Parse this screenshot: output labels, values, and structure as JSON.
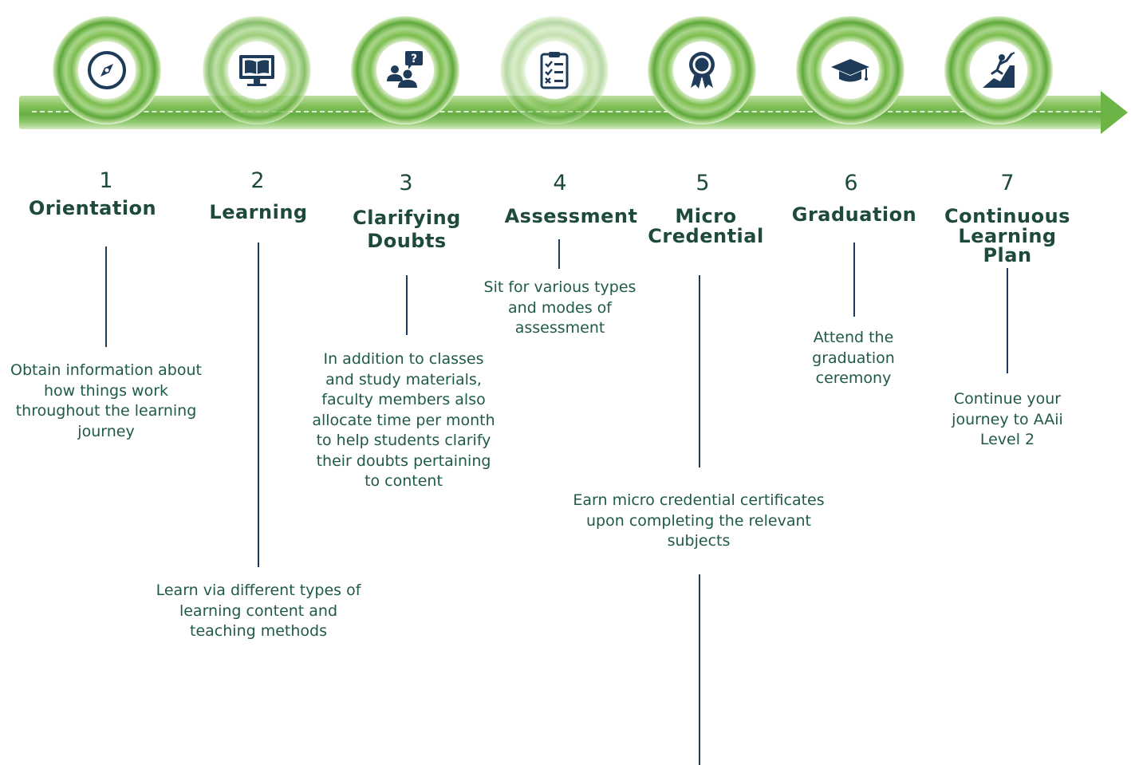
{
  "steps": [
    {
      "number": "1",
      "title": "Orientation",
      "icon": "compass-icon",
      "description": "Obtain information about how things work throughout the learning journey"
    },
    {
      "number": "2",
      "title": "Learning",
      "icon": "monitor-book-icon",
      "description": "Learn via different types of learning content and teaching methods"
    },
    {
      "number": "3",
      "title": "Clarifying Doubts",
      "icon": "people-question-icon",
      "description": "In addition to classes and study materials, faculty members also allocate time per month to help students clarify their doubts pertaining to content"
    },
    {
      "number": "4",
      "title": "Assessment",
      "icon": "clipboard-checklist-icon",
      "description": "Sit for various types and modes of assessment"
    },
    {
      "number": "5",
      "title": "Micro Credential",
      "icon": "award-ribbon-icon",
      "description": "Earn micro credential certificates upon completing the relevant subjects"
    },
    {
      "number": "6",
      "title": "Graduation",
      "icon": "graduation-cap-icon",
      "description": "Attend the graduation ceremony"
    },
    {
      "number": "7",
      "title": "Continuous Learning Plan",
      "icon": "climber-icon",
      "description": "Continue your journey to AAii Level 2"
    }
  ],
  "colors": {
    "accent": "#6db446",
    "icon": "#1e3b5a",
    "text": "#1e4a3d",
    "connector": "#1e3b5a"
  }
}
